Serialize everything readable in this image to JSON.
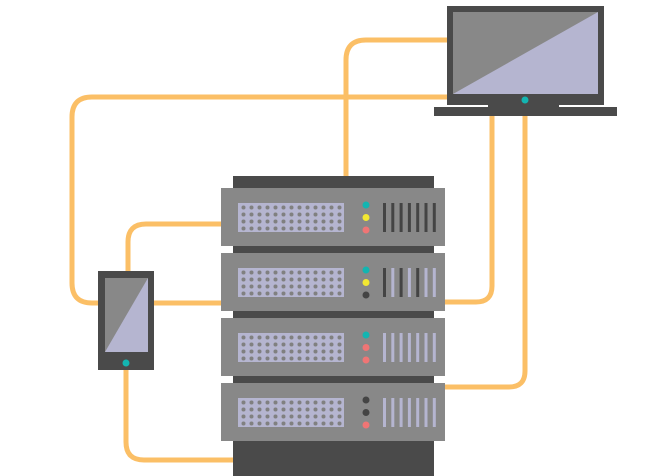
{
  "colors": {
    "cable": "#FBBF66",
    "rack": "#4A4A4A",
    "unit": "#888888",
    "panel": "#B5B5D0",
    "dot": "#808080",
    "teal": "#13B5B1",
    "yellow": "#F2E832",
    "red": "#F07575",
    "led_off": "#444444",
    "slot_light": "#B5B5D0"
  },
  "server_units": [
    {
      "leds": [
        "teal",
        "yellow",
        "red"
      ],
      "slots": [
        "d",
        "d",
        "d",
        "d",
        "d",
        "d",
        "d"
      ]
    },
    {
      "leds": [
        "teal",
        "yellow",
        "led_off"
      ],
      "slots": [
        "d",
        "l",
        "d",
        "l",
        "d",
        "l",
        "l"
      ]
    },
    {
      "leds": [
        "teal",
        "red",
        "red"
      ],
      "slots": [
        "l",
        "l",
        "l",
        "l",
        "l",
        "l",
        "l"
      ]
    },
    {
      "leds": [
        "led_off",
        "led_off",
        "red"
      ],
      "slots": [
        "l",
        "l",
        "l",
        "l",
        "l",
        "l",
        "l"
      ]
    }
  ]
}
